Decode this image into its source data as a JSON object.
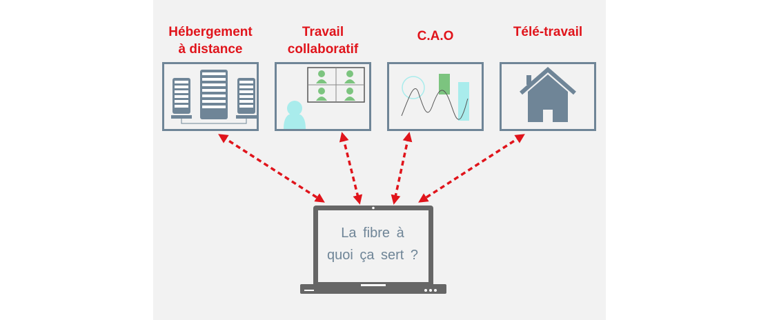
{
  "categories": [
    {
      "label_line1": "Hébergement",
      "label_line2": "à distance",
      "icon": "server-rack-icon"
    },
    {
      "label_line1": "Travail",
      "label_line2": "collaboratif",
      "icon": "video-conference-icon"
    },
    {
      "label_line1": "C.A.O",
      "label_line2": "",
      "icon": "cad-drawing-icon"
    },
    {
      "label_line1": "Télé-travail",
      "label_line2": "",
      "icon": "house-icon"
    }
  ],
  "center": {
    "line1": "La fibre à",
    "line2": "quoi ça sert ?",
    "icon": "laptop-icon"
  },
  "colors": {
    "accent": "#e0141b",
    "frame": "#6f8597",
    "panel": "#f2f2f2",
    "laptop": "#666666"
  }
}
